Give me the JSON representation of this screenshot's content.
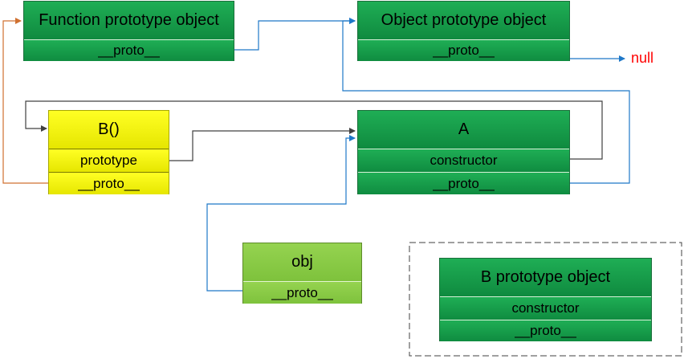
{
  "boxes": {
    "function_proto": {
      "title": "Function prototype object",
      "proto": "__proto__"
    },
    "object_proto": {
      "title": "Object prototype object",
      "proto": "__proto__"
    },
    "b_func": {
      "title": "B()",
      "prototype": "prototype",
      "proto": "__proto__"
    },
    "a_obj": {
      "title": "A",
      "constructor": "constructor",
      "proto": "__proto__"
    },
    "obj": {
      "title": "obj",
      "proto": "__proto__"
    },
    "b_proto": {
      "title": "B prototype object",
      "constructor": "constructor",
      "proto": "__proto__"
    }
  },
  "null_label": "null",
  "colors": {
    "green_fill": "#12a04a",
    "yellow_fill": "#ffff00",
    "light_green_fill": "#8dcc4a",
    "blue_arrow": "#1f78c8",
    "dark_arrow": "#404040",
    "orange_arrow": "#d07030",
    "null_text": "#ff0000",
    "dashed_border": "#404040"
  }
}
